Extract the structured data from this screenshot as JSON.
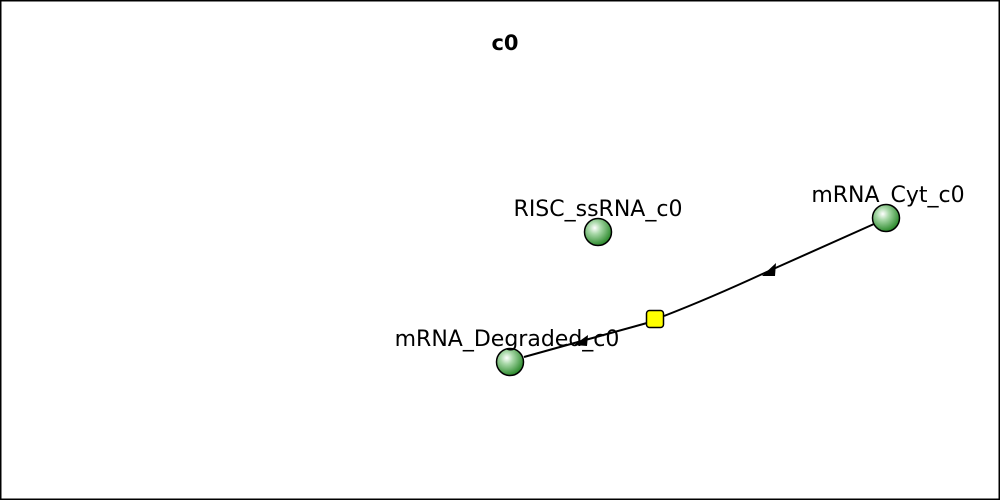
{
  "compartment": {
    "title": "c0",
    "border_color": "#000000",
    "background": "#ffffff"
  },
  "species": [
    {
      "id": "risc",
      "label": "RISC_ssRNA_c0",
      "shape": "sphere",
      "color": "#2e8b2e"
    },
    {
      "id": "cyt",
      "label": "mRNA_Cyt_c0",
      "shape": "sphere",
      "color": "#2e8b2e"
    },
    {
      "id": "degraded",
      "label": "mRNA_Degraded_c0",
      "shape": "sphere",
      "color": "#2e8b2e"
    }
  ],
  "reaction": {
    "id": "degradation",
    "glyph": "process-square",
    "glyph_color": "#ffff00",
    "reactant": "mRNA_Cyt_c0",
    "product": "mRNA_Degraded_c0",
    "edge_color": "#000000"
  }
}
